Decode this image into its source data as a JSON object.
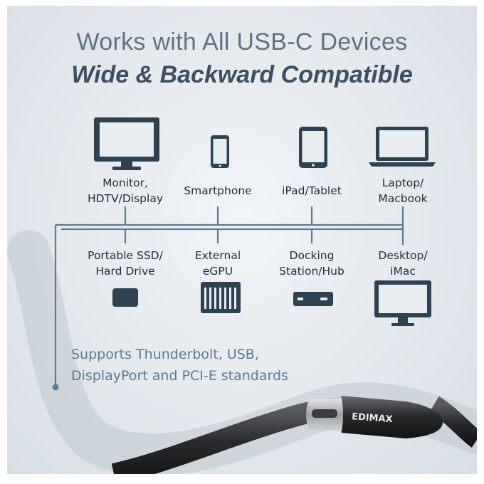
{
  "header": {
    "title": "Works with All USB-C Devices",
    "subtitle": "Wide & Backward Compatible"
  },
  "devices_top": [
    {
      "line1": "Monitor,",
      "line2": "HDTV/Display",
      "icon": "monitor-icon"
    },
    {
      "line1": "Smartphone",
      "line2": "",
      "icon": "smartphone-icon"
    },
    {
      "line1": "iPad/Tablet",
      "line2": "",
      "icon": "tablet-icon"
    },
    {
      "line1": "Laptop/",
      "line2": "Macbook",
      "icon": "laptop-icon"
    }
  ],
  "devices_bottom": [
    {
      "line1": "Portable SSD/",
      "line2": "Hard Drive",
      "icon": "ssd-icon"
    },
    {
      "line1": "External",
      "line2": "eGPU",
      "icon": "egpu-icon"
    },
    {
      "line1": "Docking",
      "line2": "Station/Hub",
      "icon": "docking-station-icon"
    },
    {
      "line1": "Desktop/",
      "line2": "iMac",
      "icon": "desktop-icon"
    }
  ],
  "note": {
    "line1": "Supports Thunderbolt, USB,",
    "line2": "DisplayPort and PCI-E standards"
  },
  "connector": {
    "brand": "EDIMAX"
  },
  "colors": {
    "icon": "#2f4252",
    "line": "#5d7a92",
    "cable": "#2a2b2d"
  }
}
